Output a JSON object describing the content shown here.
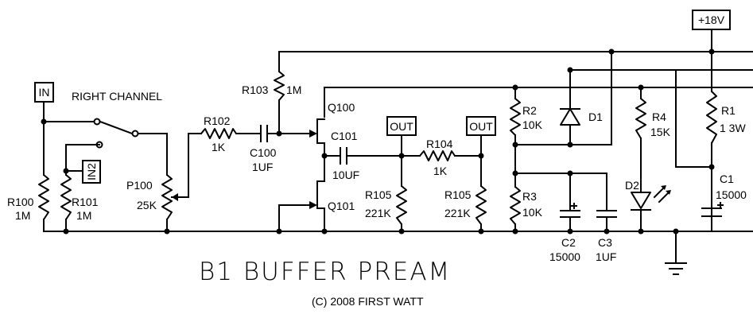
{
  "title": "B1 BUFFER PREAM",
  "copyright": "(C) 2008 FIRST WATT",
  "channel": "RIGHT CHANNEL",
  "ports": {
    "in": "IN",
    "in2": "IN2",
    "out1": "OUT",
    "out2": "OUT",
    "supply": "+18V"
  },
  "parts": {
    "R100": {
      "name": "R100",
      "value": "1M"
    },
    "R101": {
      "name": "R101",
      "value": "1M"
    },
    "P100": {
      "name": "P100",
      "value": "25K"
    },
    "R102": {
      "name": "R102",
      "value": "1K"
    },
    "C100": {
      "name": "C100",
      "value": "1UF"
    },
    "R103": {
      "name": "R103",
      "value": "1M"
    },
    "Q100": {
      "name": "Q100"
    },
    "Q101": {
      "name": "Q101"
    },
    "C101": {
      "name": "C101",
      "value": "10UF"
    },
    "R104": {
      "name": "R104",
      "value": "1K"
    },
    "R105a": {
      "name": "R105",
      "value": "221K"
    },
    "R105b": {
      "name": "R105",
      "value": "221K"
    },
    "R2": {
      "name": "R2",
      "value": "10K"
    },
    "R3": {
      "name": "R3",
      "value": "10K"
    },
    "D1": {
      "name": "D1"
    },
    "R4": {
      "name": "R4",
      "value": "15K"
    },
    "D2": {
      "name": "D2"
    },
    "R1": {
      "name": "R1",
      "value": "1 3W"
    },
    "C1": {
      "name": "C1",
      "value": "15000"
    },
    "C2": {
      "name": "C2",
      "value": "15000"
    },
    "C3": {
      "name": "C3",
      "value": "1UF"
    }
  }
}
